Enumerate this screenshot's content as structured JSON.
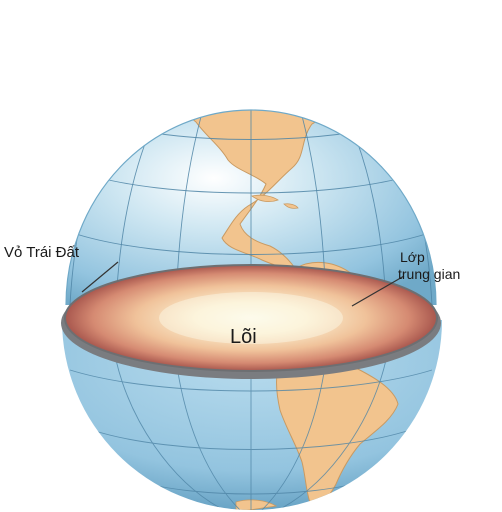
{
  "labels": {
    "crust": "Vỏ Trái Đất",
    "mantle_line1": "Lớp",
    "mantle_line2": "trung gian",
    "core": "Lõi"
  },
  "colors": {
    "ocean": "#a9d3e8",
    "ocean_shadow": "#6fa9c8",
    "land": "#f2c48e",
    "grid": "#4f85a6",
    "core_center": "#fbf6df",
    "core_mid": "#efb98a",
    "mantle_edge": "#a8574e",
    "crust_rim": "#6d6f72"
  }
}
